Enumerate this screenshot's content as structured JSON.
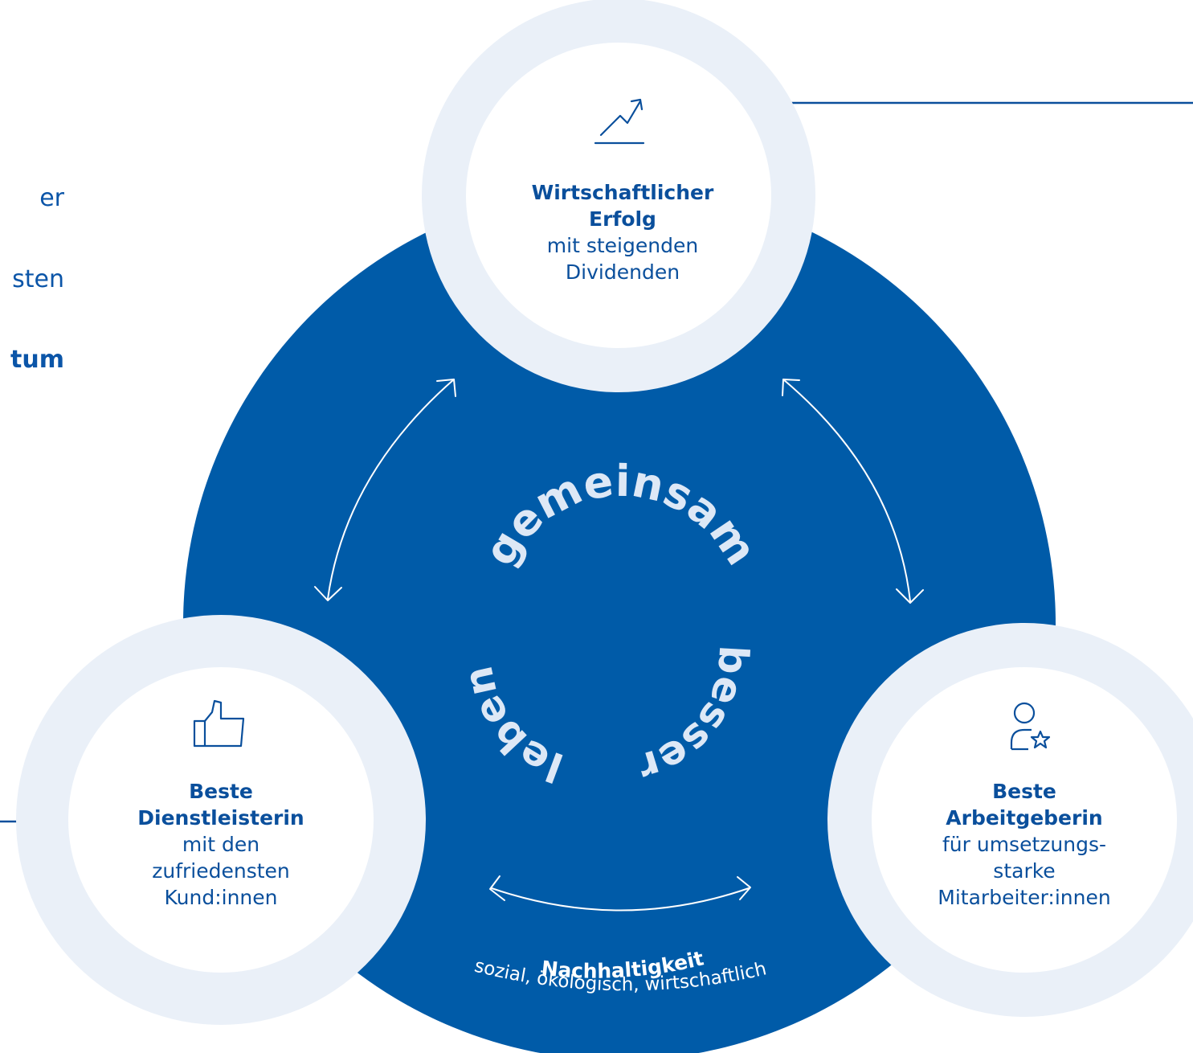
{
  "left_text": {
    "line1": "er",
    "line2": "sten",
    "line3": "tum"
  },
  "center_words": {
    "top": "gemeinsam",
    "right": "besser",
    "left": "leben"
  },
  "nodes": {
    "top": {
      "title_1": "Wirtschaftlicher",
      "title_2": "Erfolg",
      "sub_1": "mit steigenden",
      "sub_2": "Dividenden",
      "icon": "trend-up-icon"
    },
    "left": {
      "title_1": "Beste",
      "title_2": "Dienstleisterin",
      "sub_1": "mit den",
      "sub_2": "zufriedensten",
      "sub_3": "Kund:innen",
      "icon": "thumbs-up-icon"
    },
    "right": {
      "title_1": "Beste",
      "title_2": "Arbeitgeberin",
      "sub_1": "für umsetzungs-",
      "sub_2": "starke",
      "sub_3": "Mitarbeiter:innen",
      "icon": "person-star-icon"
    }
  },
  "bottom": {
    "title": "Nachhaltigkeit",
    "subtitle": "sozial, ökologisch, wirtschaftlich"
  },
  "colors": {
    "primary": "#005ba8",
    "ring": "#eaf0f8",
    "text_dark": "#0a4f9c",
    "white": "#ffffff"
  }
}
